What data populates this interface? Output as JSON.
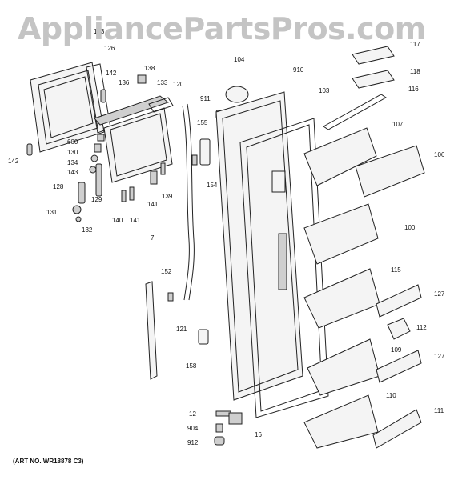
{
  "header": {
    "watermark": "AppliancePartsPros.com"
  },
  "footer": {
    "art_number": "(ART NO. WR18878 C3)"
  },
  "callouts": [
    "143",
    "126",
    "142",
    "138",
    "136",
    "133",
    "120",
    "142",
    "600",
    "130",
    "134",
    "143",
    "128",
    "129",
    "131",
    "132",
    "140",
    "141",
    "141",
    "139",
    "104",
    "910",
    "911",
    "155",
    "154",
    "7",
    "152",
    "121",
    "158",
    "103",
    "117",
    "118",
    "116",
    "107",
    "106",
    "100",
    "115",
    "127",
    "112",
    "109",
    "127",
    "110",
    "111",
    "12",
    "904",
    "912",
    "16"
  ]
}
